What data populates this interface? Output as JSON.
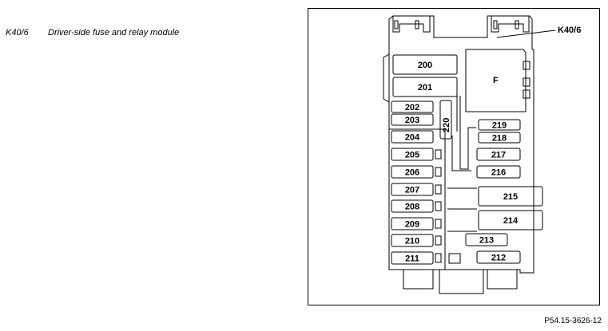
{
  "caption": {
    "code": "K40/6",
    "title": "Driver-side fuse and relay module"
  },
  "callout": "K40/6",
  "relay": "F",
  "fuses_left": [
    "200",
    "201",
    "202",
    "203",
    "204",
    "205",
    "206",
    "207",
    "208",
    "209",
    "210",
    "211"
  ],
  "fuse_vertical": "220",
  "fuses_right": [
    "219",
    "218",
    "217",
    "216",
    "215",
    "214",
    "213",
    "212"
  ],
  "reference": "P54.15-3626-12"
}
